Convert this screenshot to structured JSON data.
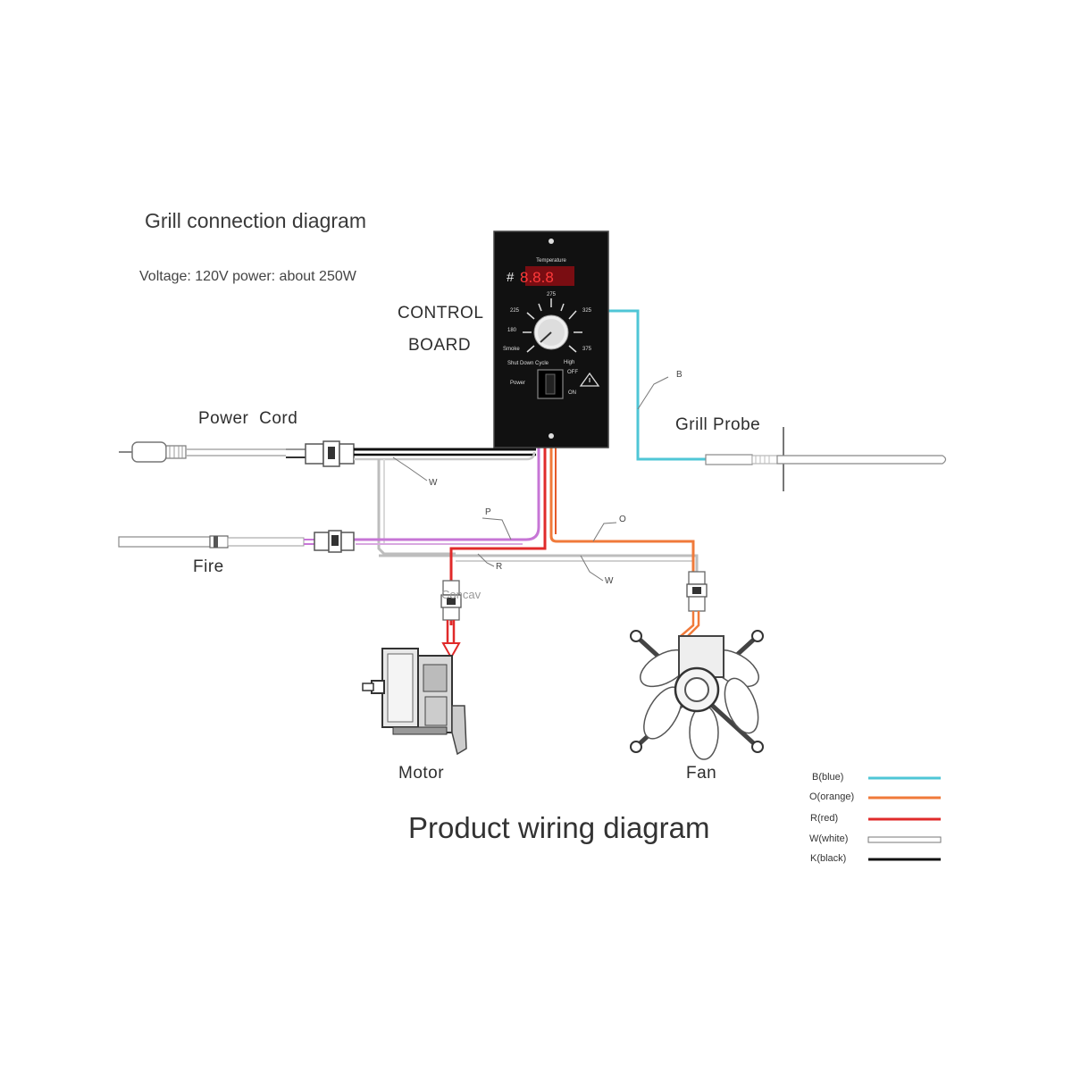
{
  "header": {
    "title": "Grill connection diagram",
    "voltage": "Voltage: 120V power: about 250W"
  },
  "labels": {
    "control_board_line1": "CONTROL",
    "control_board_line2": "BOARD",
    "power_cord": "Power Cord",
    "grill_probe": "Grill Probe",
    "fire": "Fire",
    "motor": "Motor",
    "fan": "Fan",
    "concav": "Concav",
    "footer": "Product wiring diagram"
  },
  "wire_labels": {
    "w_top": "W",
    "p": "P",
    "o": "O",
    "r": "R",
    "w_bottom": "W",
    "b": "B"
  },
  "control_board": {
    "temperature": "Temperature",
    "display": "8.8.8",
    "display_prefix": "#",
    "dial": [
      "180",
      "225",
      "275",
      "325",
      "375",
      "Smoke",
      "High",
      "Shut Down Cycle"
    ],
    "power": "Power",
    "off": "OFF",
    "on": "ON"
  },
  "legend": [
    {
      "label": "B(blue)",
      "color": "#4fc6d6"
    },
    {
      "label": "O(orange)",
      "color": "#f07a3a"
    },
    {
      "label": "R(red)",
      "color": "#e02a2a"
    },
    {
      "label": "W(white)",
      "color": "#ffffff"
    },
    {
      "label": "K(black)",
      "color": "#111111"
    }
  ],
  "colors": {
    "blue": "#4fc6d6",
    "orange": "#f07a3a",
    "red": "#e02a2a",
    "purple": "#c776d6",
    "white_wire": "#bdbdbd",
    "black": "#111111",
    "board": "#111111"
  }
}
